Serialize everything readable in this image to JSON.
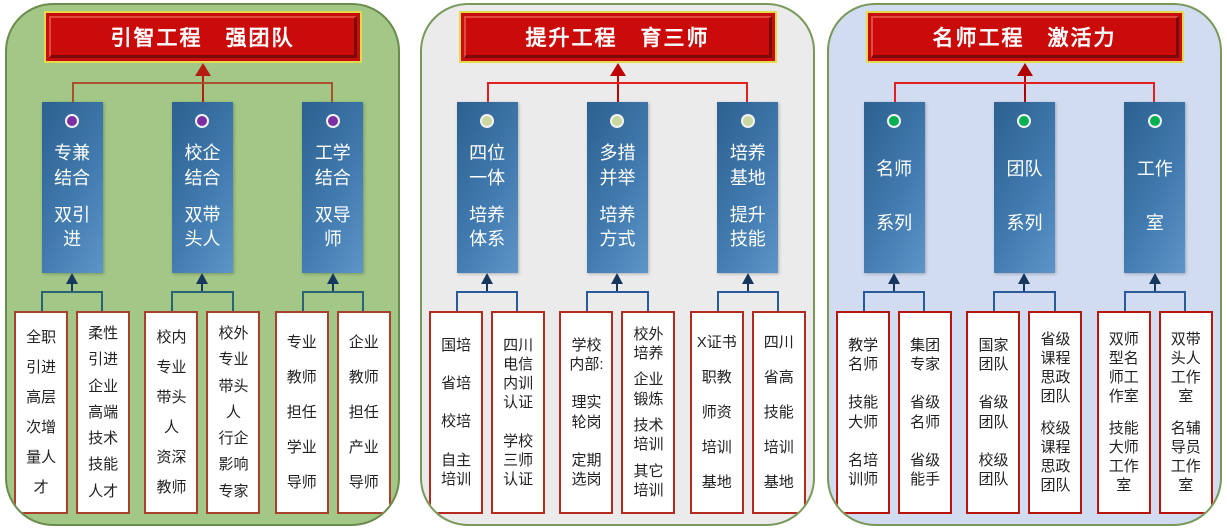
{
  "panels": [
    {
      "title": "引智工程　强团队",
      "colors": {
        "panel_bg": "#a2c787",
        "panel_border": "#6a8c4c",
        "banner_bg": "#c60c0c",
        "banner_border": "#e5da4d",
        "dot": "#7c2fa3",
        "top_line": "#a9512e",
        "top_arrow": "#b51d12",
        "bottom_line": "#2a6276",
        "bottom_arrow": "#16375e",
        "white_box_border": "#a8402c"
      },
      "columns": [
        {
          "blue_groups": [
            "专兼\n结合",
            "双引\n进"
          ],
          "whites": [
            [
              "全职",
              "引进",
              "高层",
              "次增",
              "量人",
              "才"
            ],
            [
              "柔性",
              "引进",
              "企业",
              "高端",
              "技术",
              "技能",
              "人才"
            ]
          ]
        },
        {
          "blue_groups": [
            "校企\n结合",
            "双带\n头人"
          ],
          "whites": [
            [
              "校内",
              "专业",
              "带头",
              "人",
              "资深",
              "教师"
            ],
            [
              "校外",
              "专业",
              "带头",
              "人",
              "行企",
              "影响",
              "专家"
            ]
          ]
        },
        {
          "blue_groups": [
            "工学\n结合",
            "双导\n师"
          ],
          "whites": [
            [
              "专业",
              "教师",
              "担任",
              "学业",
              "导师"
            ],
            [
              "企业",
              "教师",
              "担任",
              "产业",
              "导师"
            ]
          ]
        }
      ]
    },
    {
      "title": "提升工程　育三师",
      "colors": {
        "panel_bg": "#ebebeb",
        "panel_border": "#78995a",
        "banner_bg": "#c60c0c",
        "banner_border": "#e5da4d",
        "dot": "#c9d89f",
        "top_line": "#e32020",
        "top_arrow": "#c00000",
        "bottom_line": "#2a5a9c",
        "bottom_arrow": "#16375e",
        "white_box_border": "#b22b1e"
      },
      "columns": [
        {
          "blue_groups": [
            "四位\n一体",
            "培养\n体系"
          ],
          "whites": [
            [
              "国培",
              "省培",
              "校培",
              "自主\n培训"
            ],
            [
              "四川\n电信\n内训\n认证",
              "学校\n三师\n认证"
            ]
          ]
        },
        {
          "blue_groups": [
            "多措\n并举",
            "培养\n方式"
          ],
          "whites": [
            [
              "学校\n内部:",
              "理实\n轮岗",
              "定期\n选岗"
            ],
            [
              "校外\n培养",
              "企业\n锻炼",
              "技术\n培训",
              "其它\n培训"
            ]
          ]
        },
        {
          "blue_groups": [
            "培养\n基地",
            "提升\n技能"
          ],
          "whites": [
            [
              "X证书",
              "职教",
              "师资",
              "培训",
              "基地"
            ],
            [
              "四川",
              "省高",
              "技能",
              "培训",
              "基地"
            ]
          ]
        }
      ]
    },
    {
      "title": "名师工程　激活力",
      "colors": {
        "panel_bg": "#d2dcf0",
        "panel_border": "#78995a",
        "banner_bg": "#c60c0c",
        "banner_border": "#e5da4d",
        "dot": "#00b050",
        "top_line": "#e32020",
        "top_arrow": "#b00000",
        "bottom_line": "#2a5a9c",
        "bottom_arrow": "#16375e",
        "white_box_border": "#b7160e"
      },
      "columns": [
        {
          "blue_groups": [
            "名师",
            "系列"
          ],
          "whites": [
            [
              "教学\n名师",
              "技能\n大师",
              "名培\n训师"
            ],
            [
              "集团\n专家",
              "省级\n名师",
              "省级\n能手"
            ]
          ]
        },
        {
          "blue_groups": [
            "团队",
            "系列"
          ],
          "whites": [
            [
              "国家\n团队",
              "省级\n团队",
              "校级\n团队"
            ],
            [
              "省级\n课程\n思政\n团队",
              "校级\n课程\n思政\n团队"
            ]
          ]
        },
        {
          "blue_groups": [
            "工作",
            "室"
          ],
          "whites": [
            [
              "双师\n型名\n师工\n作室",
              "技能\n大师\n工作\n室"
            ],
            [
              "双带\n头人\n工作\n室",
              "名辅\n导员\n工作\n室"
            ]
          ]
        }
      ]
    }
  ]
}
